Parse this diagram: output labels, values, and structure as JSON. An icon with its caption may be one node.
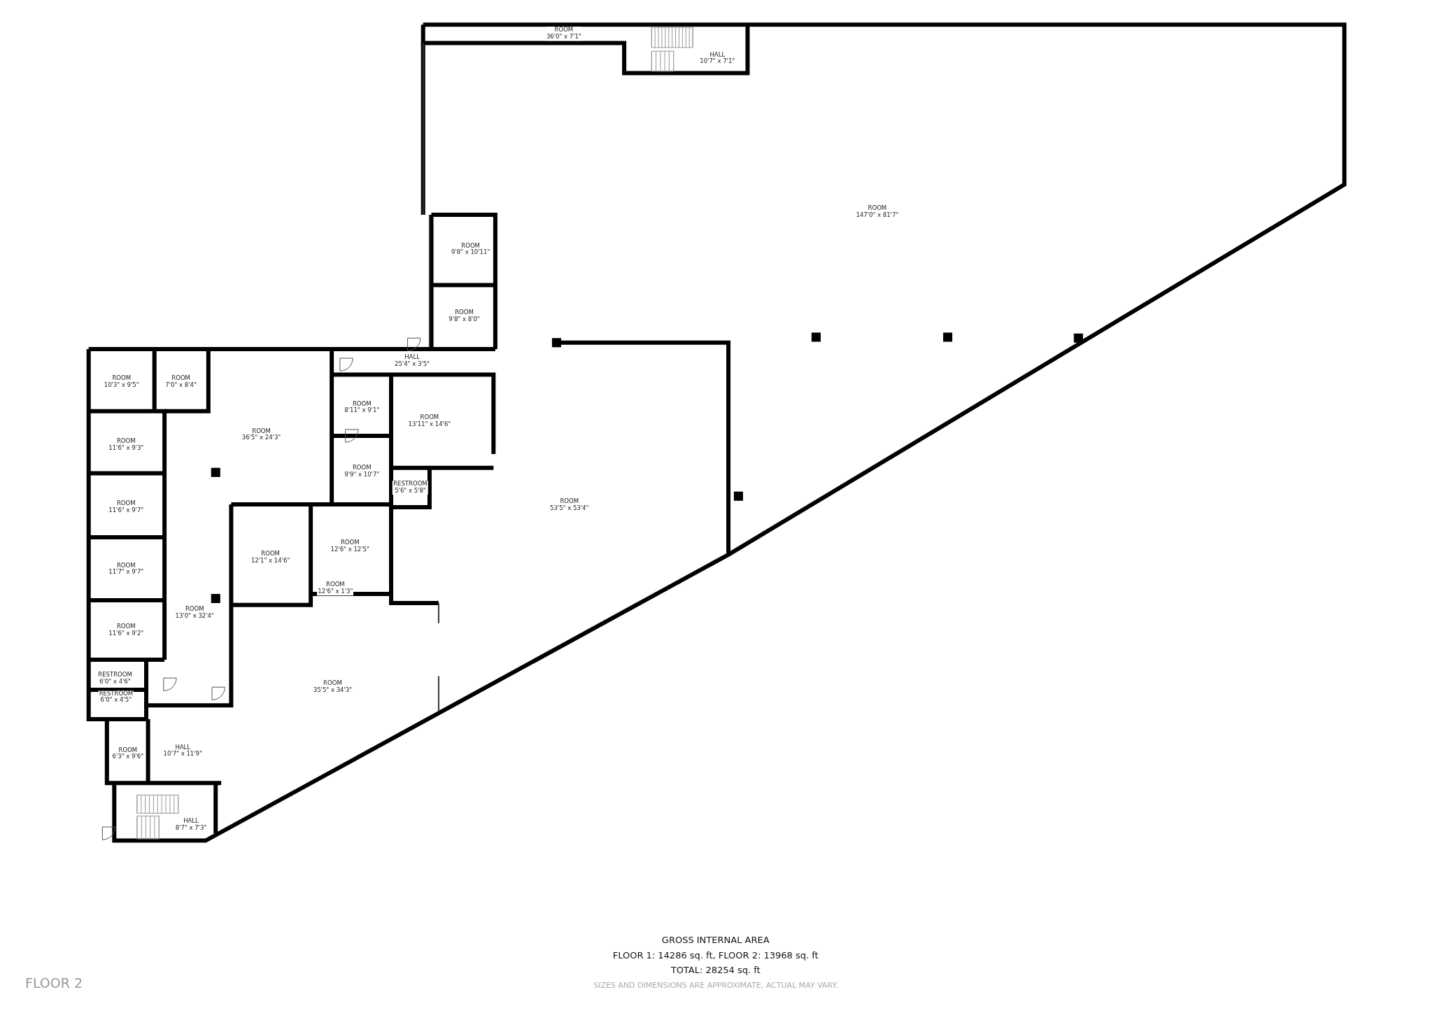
{
  "diagram": {
    "labels": [
      "ROOM 36'0\" x 7'1\"",
      "HALL 10'7\" x 7'1\"",
      "ROOM 147'0\" x 81'7\"",
      "ROOM 9'8\" x 10'11\"",
      "ROOM 9'8\" x 8'0\"",
      "HALL 25'4\" x 3'5\"",
      "ROOM 10'3\" x 9'5\"",
      "ROOM 7'0\" x 8'4\"",
      "ROOM 11'6\" x 9'3\"",
      "ROOM 36'5\" x 24'3\"",
      "ROOM 8'11\" x 9'1\"",
      "ROOM 13'11\" x 14'6\"",
      "ROOM 9'9\" x 10'7\"",
      "RESTROOM 5'6\" x 5'8\"",
      "ROOM 11'6\" x 9'7\"",
      "ROOM 12'1\" x 14'6\"",
      "ROOM 12'6\" x 12'5\"",
      "ROOM 11'7\" x 9'7\"",
      "ROOM 12'6\" x 1'3\"",
      "ROOM 53'5\" x 53'4\"",
      "ROOM 13'0\" x 32'4\"",
      "ROOM 11'6\" x 9'2\"",
      "RESTROOM 6'0\" x 4'6\"",
      "RESTROOM 6'0\" x 4'5\"",
      "ROOM 35'5\" x 34'3\"",
      "ROOM 6'3\" x 9'6\"",
      "HALL 10'7\" x 11'9\"",
      "HALL 8'7\" x 7'3\"",
      "GROSS INTERNAL AREA",
      "FLOOR 1: 14286 sq. ft, FLOOR 2: 13968 sq. ft",
      "TOTAL: 28254 sq. ft",
      "SIZES AND DIMENSIONS ARE APPROXIMATE, ACTUAL MAY VARY.",
      "FLOOR 2"
    ]
  }
}
